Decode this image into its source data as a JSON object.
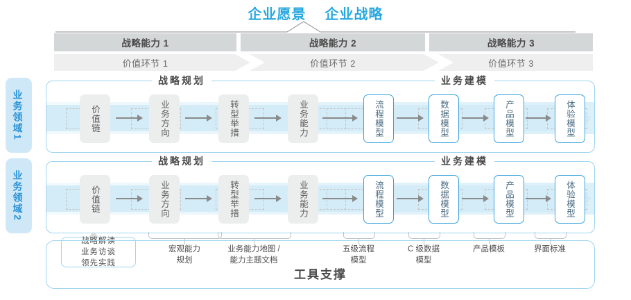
{
  "header": {
    "vision": "企业愿景",
    "strategy": "企业战略"
  },
  "capabilities": [
    {
      "label": "战略能力 1",
      "value_chain": "价值环节 1"
    },
    {
      "label": "战略能力 2",
      "value_chain": "价值环节 2"
    },
    {
      "label": "战略能力 3",
      "value_chain": "价值环节 3"
    }
  ],
  "side_labels": [
    {
      "text": "业务领域",
      "num": "1"
    },
    {
      "text": "业务领域",
      "num": "2"
    }
  ],
  "sections": {
    "planning": "战略规划",
    "modeling": "业务建模"
  },
  "nodes": {
    "planning": [
      "价值链",
      "业务方向",
      "转型举措",
      "业务能力"
    ],
    "modeling": [
      "流程模型",
      "数据模型",
      "产品模型",
      "体验模型"
    ]
  },
  "tool_support": {
    "title": "工具支撑",
    "read_box": "战略解读\n业务访谈\n领先实践",
    "read_box_lines": [
      "战略解读",
      "业务访谈",
      "领先实践"
    ],
    "labels": [
      {
        "lines": [
          "宏观能力",
          "规划"
        ]
      },
      {
        "lines": [
          "业务能力地图 /",
          "能力主题文档"
        ]
      },
      {
        "lines": [
          "五级流程",
          "模型"
        ]
      },
      {
        "lines": [
          "C 级数据",
          "模型"
        ]
      },
      {
        "lines": [
          "产品模板"
        ]
      },
      {
        "lines": [
          "界面标准"
        ]
      }
    ]
  },
  "colors": {
    "accent_blue": "#29a8e0",
    "border_blue": "#9ed4ef",
    "node_blue": "#3aa3dd",
    "bar_gray": "#d4d7d8",
    "value_gray": "#efefef",
    "side_bg": "#cfe8f7"
  }
}
